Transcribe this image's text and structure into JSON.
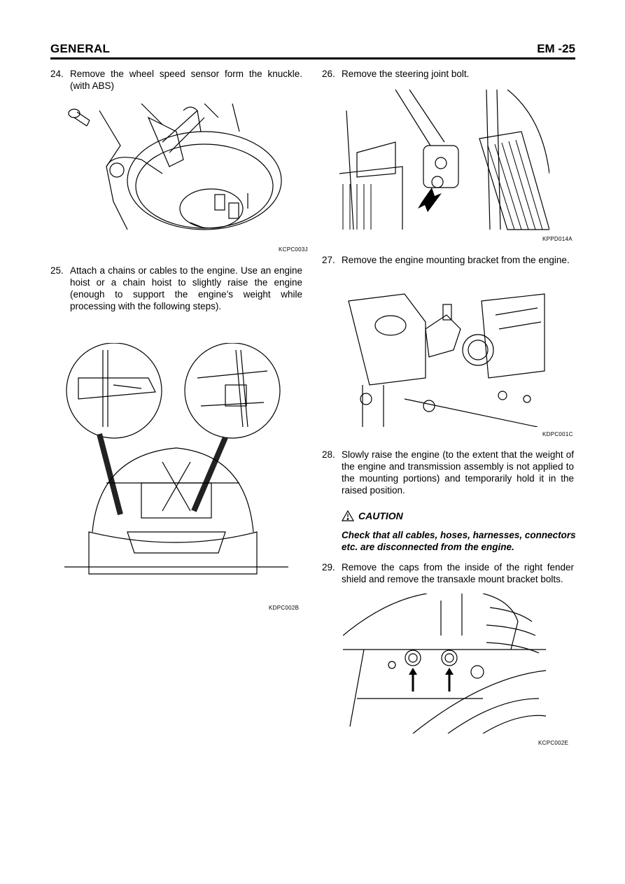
{
  "header": {
    "title": "GENERAL",
    "page": "EM -25"
  },
  "steps": {
    "s24": {
      "num": "24.",
      "text": "Remove the wheel speed sensor form the knuckle. (with ABS)"
    },
    "s25": {
      "num": "25.",
      "text": "Attach a chains or cables to the engine. Use an engine hoist or a chain hoist to slightly raise the engine (enough to support the engine’s weight while processing with the following steps)."
    },
    "s26": {
      "num": "26.",
      "text": "Remove the steering joint bolt."
    },
    "s27": {
      "num": "27.",
      "text": "Remove the engine mounting bracket from the engine."
    },
    "s28": {
      "num": "28.",
      "text": "Slowly raise the engine (to the extent that the weight of the engine and transmission assembly is not applied to the mounting portions) and temporarily hold it in the raised position."
    },
    "s29": {
      "num": "29.",
      "text": "Remove the caps from the inside of the right fender shield and remove the transaxle mount bracket bolts."
    }
  },
  "caution": {
    "label": "CAUTION",
    "text": "Check that all cables, hoses, harnesses, connectors etc. are disconnected from the engine."
  },
  "figures": {
    "wheel_sensor": "KCPC003J",
    "engine_hoist": "KDPC002B",
    "steering_joint": "KPPD014A",
    "mount_bracket": "KDPC001C",
    "transaxle_bolts": "KCPC002E"
  },
  "icons": {
    "caution": "warning-triangle-icon",
    "arrow": "arrow-icon"
  }
}
